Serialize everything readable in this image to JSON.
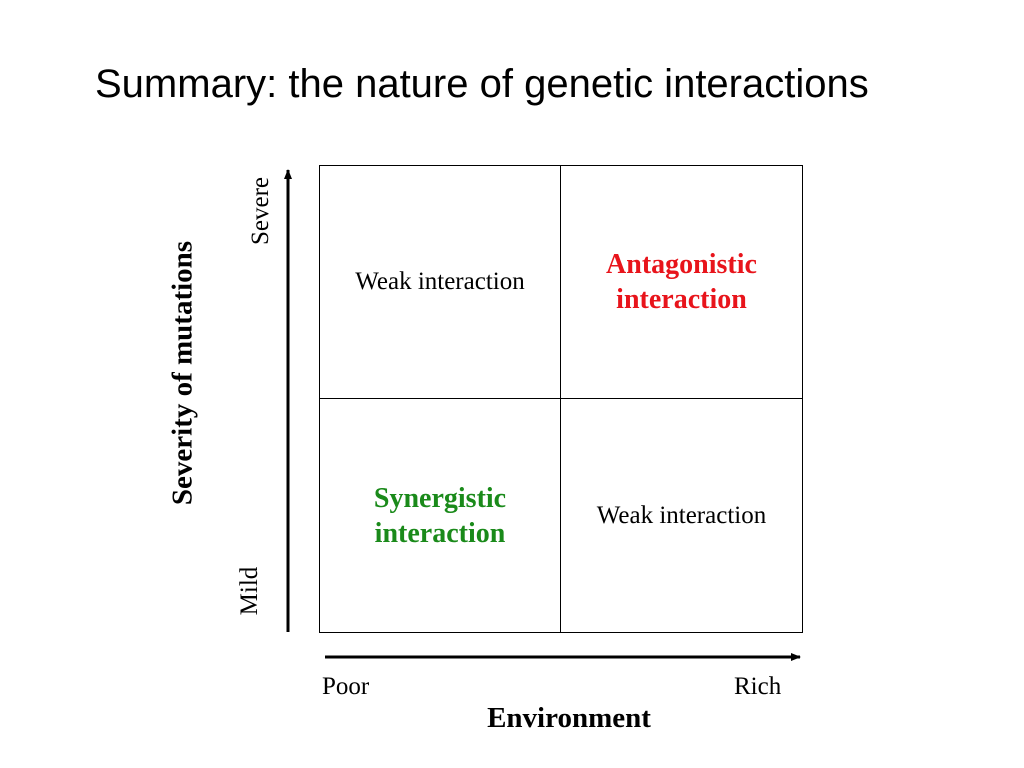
{
  "title": "Summary: the nature of genetic interactions",
  "y_axis": {
    "title": "Severity of  mutations",
    "top_label": "Severe",
    "bottom_label": "Mild"
  },
  "x_axis": {
    "title": "Environment",
    "left_label": "Poor",
    "right_label": "Rich"
  },
  "quadrants": {
    "top_left": {
      "line1": "Weak interaction"
    },
    "top_right": {
      "line1": "Antagonistic",
      "line2": "interaction",
      "color": "#e8141b"
    },
    "bottom_left": {
      "line1": "Synergistic",
      "line2": "interaction",
      "color": "#1a8a1a"
    },
    "bottom_right": {
      "line1": "Weak interaction"
    }
  }
}
